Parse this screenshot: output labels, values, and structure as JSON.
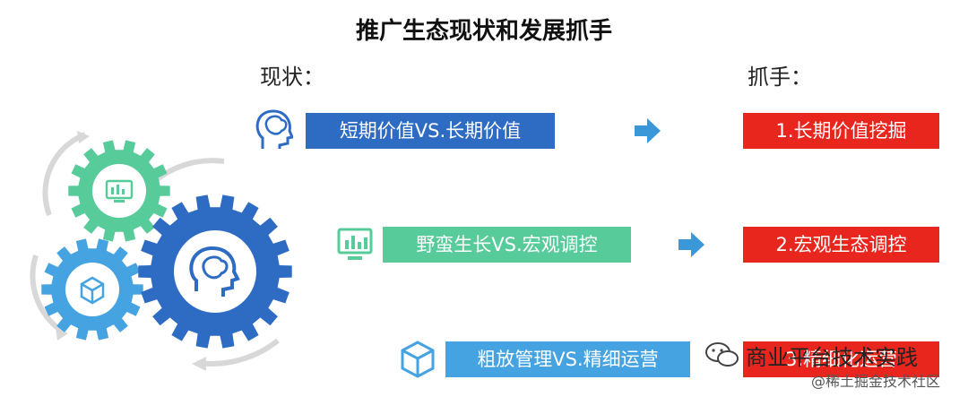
{
  "title": "推广生态现状和发展抓手",
  "left_header": "现状：",
  "right_header": "抓手：",
  "rows": [
    {
      "status": "短期价值VS.长期价值",
      "action": "1.长期价值挖掘",
      "status_icon": "brain-head-icon"
    },
    {
      "status": "野蛮生长VS.宏观调控",
      "action": "2.宏观生态调控",
      "status_icon": "monitor-chart-icon"
    },
    {
      "status": "粗放管理VS.精细运营",
      "action": "3.精细化运营",
      "status_icon": "box-icon"
    }
  ],
  "gear_icons": [
    "monitor-chart-icon",
    "box-icon",
    "brain-head-icon"
  ],
  "colors": {
    "blue": "#2e6cc4",
    "green": "#57cc9a",
    "lightblue": "#44a3e0",
    "red": "#e8261e",
    "arrow": "#3a98d8"
  },
  "watermark": {
    "line1": "商业平台技术实践",
    "line2": "@稀土掘金技术社区"
  }
}
